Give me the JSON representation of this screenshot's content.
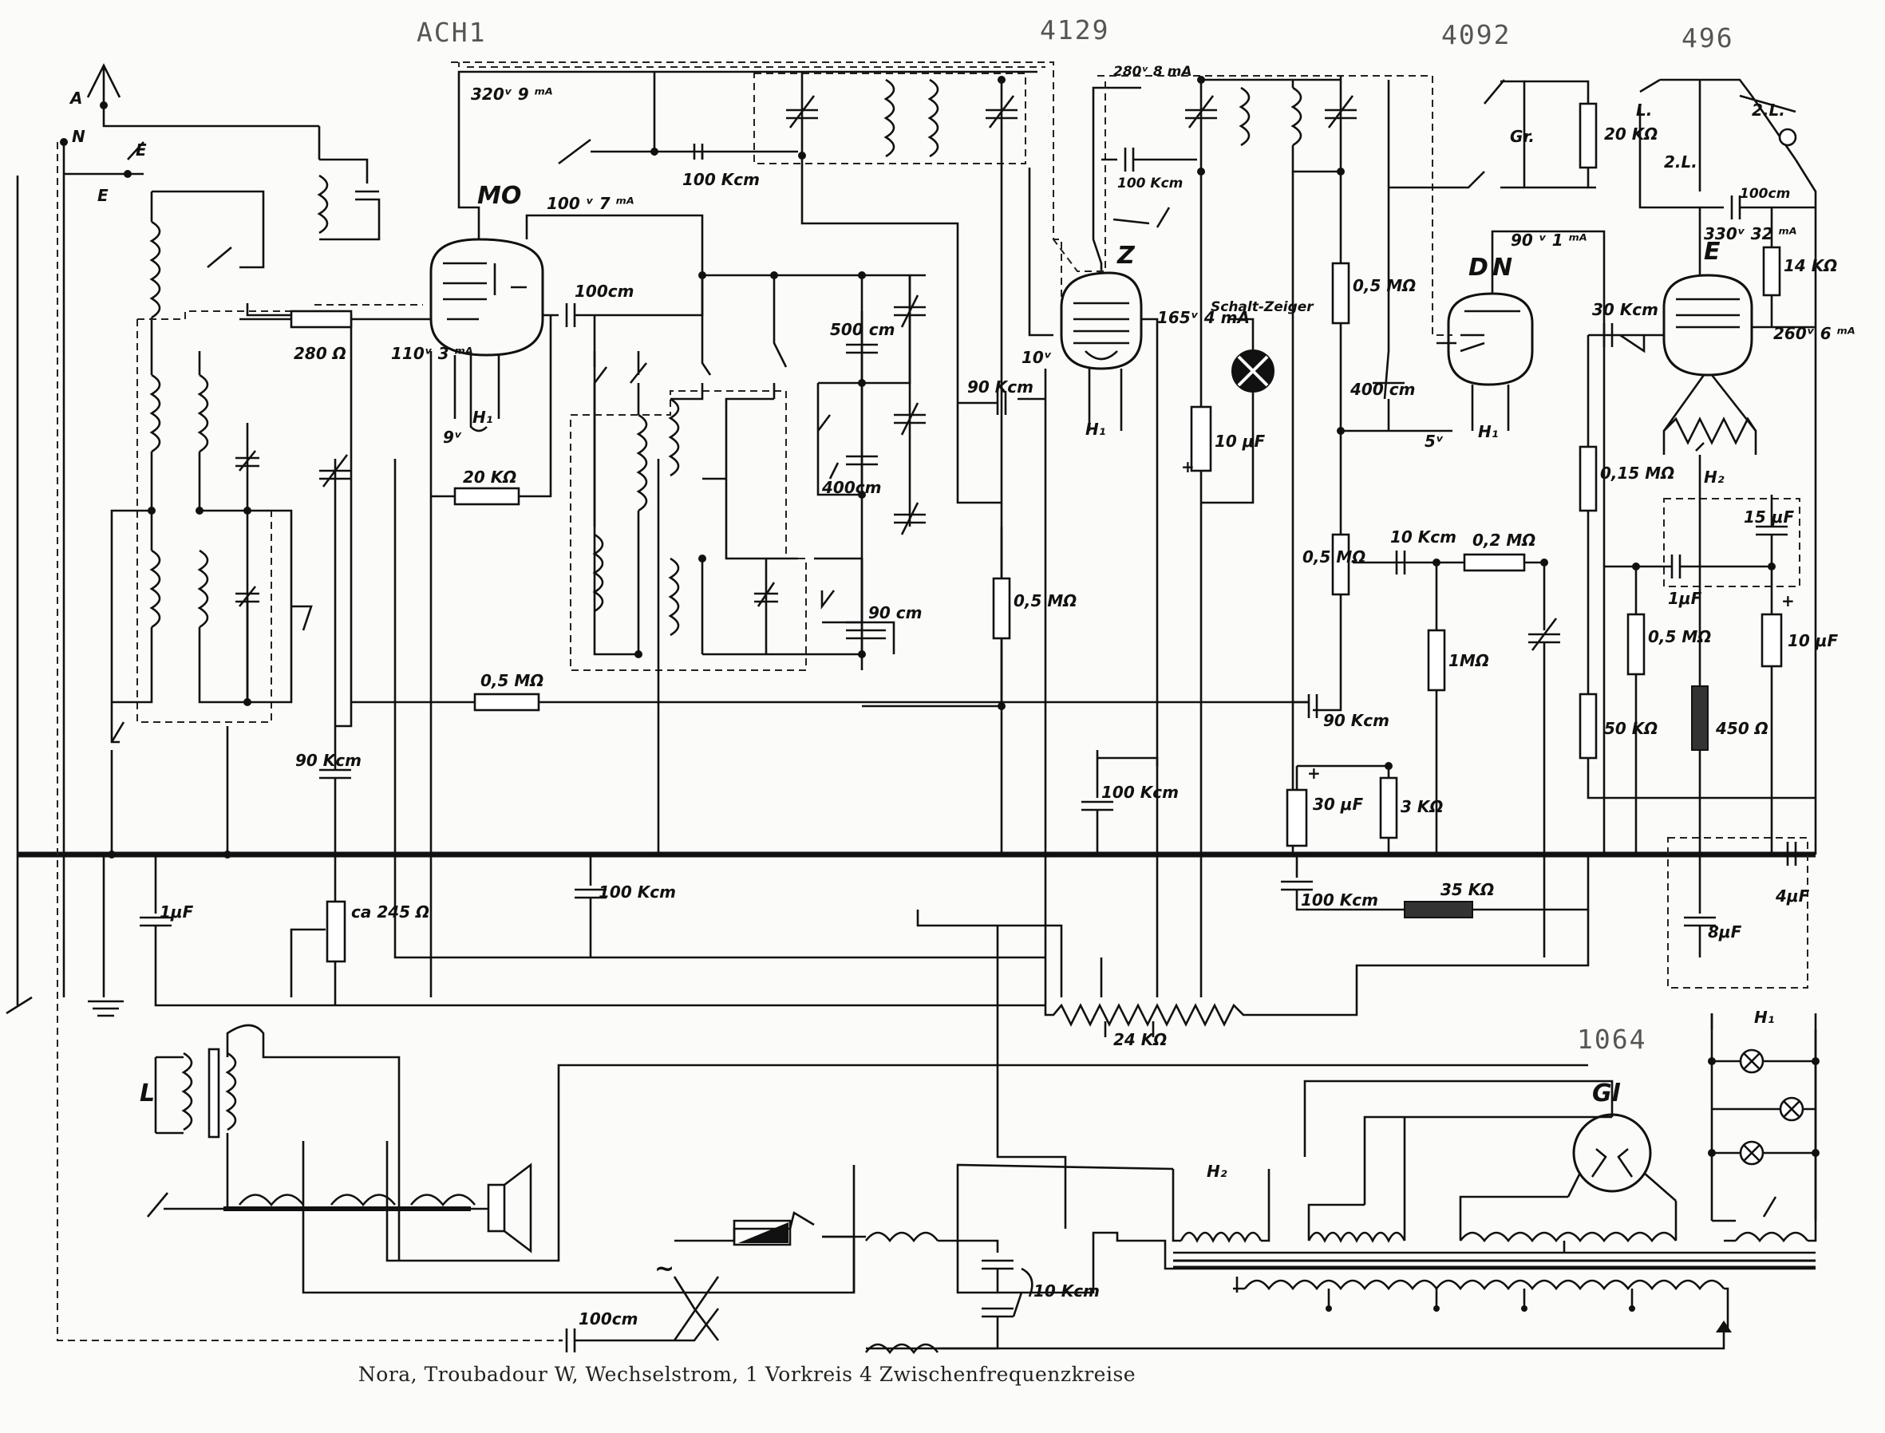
{
  "tubes": {
    "ach1": "ACH1",
    "t4129": "4129",
    "t4092": "4092",
    "t496": "496",
    "t1064": "1064"
  },
  "tube_symbols": {
    "mo": "MO",
    "z": "Z",
    "d": "D",
    "n": "N",
    "e": "E",
    "gl": "Gl"
  },
  "voltages": {
    "mo_anode": "320ᵛ 9 ᵐᴬ",
    "mo_screen": "100 ᵛ 7 ᵐᴬ",
    "mo_grid": "110ᵛ 3 ᵐᴬ",
    "mo_h": "9ᵛ",
    "z_anode": "280ᵛ 8 mA",
    "z_screen": "165ᵛ 4 mA",
    "z_cathode": "10ᵛ",
    "dn_anode": "90 ᵛ 1 ᵐᴬ",
    "dn_cathode": "5ᵛ",
    "e_anode": "330ᵛ 32 ᵐᴬ",
    "e_screen": "260ᵛ 6 ᵐᴬ"
  },
  "labels": {
    "antenna_a": "A",
    "antenna_n": "N",
    "antenna_e": "E",
    "earth_e": "E",
    "h1_mo": "H₁",
    "h1_z": "H₁",
    "h1_dn": "H₁",
    "h2_e": "H₂",
    "h2_tr": "H₂",
    "h1_lamps": "H₁",
    "schalt_zeiger": "Schalt-Zeiger",
    "gr": "Gr.",
    "l_out": "L.",
    "l2_out": "2.L.",
    "l2_sw": "2.L.",
    "speaker_l": "L",
    "plus1": "+",
    "plus2": "+",
    "plus3": "+",
    "mains": "~"
  },
  "components": {
    "c_100kcm_top": "100 Kcm",
    "c_100kcm_z": "100 Kcm",
    "c_100cm_e": "100cm",
    "r_20k_gr": "20 KΩ",
    "r_14k": "14 KΩ",
    "r_280": "280 Ω",
    "c_100cm_mo": "100cm",
    "c_500cm": "500 cm",
    "c_400cm_a": "400cm",
    "r_20k_mo": "20 KΩ",
    "r_05m_z": "0,5 MΩ",
    "c_90kcm_z": "90 Kcm",
    "c_10uf_z": "10 μF",
    "r_05m_top": "0,5 MΩ",
    "c_400cm_b": "400 cm",
    "c_30kcm": "30 Kcm",
    "r_015m": "0,15 MΩ",
    "r_05m_pot": "0,5 MΩ",
    "c_10kcm": "10 Kcm",
    "r_02m": "0,2 MΩ",
    "c_15uf": "15 μF",
    "c_1uf_e": "1μF",
    "r_05m_e": "0,5 MΩ",
    "c_10uf_e": "10 μF",
    "r_1m": "1MΩ",
    "c_90kcm_b": "90 Kcm",
    "r_05m_mid": "0,5 MΩ",
    "c_90cm": "90 cm",
    "c_90kcm_a": "90 Kcm",
    "r_50k": "50 KΩ",
    "r_450": "450 Ω",
    "c_100kcm_mid": "100 Kcm",
    "c_30uf": "30 μF",
    "r_3k": "3 KΩ",
    "c_1uf_l": "1μF",
    "r_245": "ca 245 Ω",
    "c_100kcm_low": "100 Kcm",
    "c_100kcm_bus": "100 Kcm",
    "r_35k": "35 KΩ",
    "c_4uf": "4μF",
    "c_8uf": "8μF",
    "r_24k": "24 KΩ",
    "c_10kcm_mains": "10 Kcm",
    "c_100cm_bottom": "100cm"
  },
  "caption": "Nora, Troubadour W, Wechselstrom, 1 Vorkreis 4 Zwischenfrequenzkreise"
}
